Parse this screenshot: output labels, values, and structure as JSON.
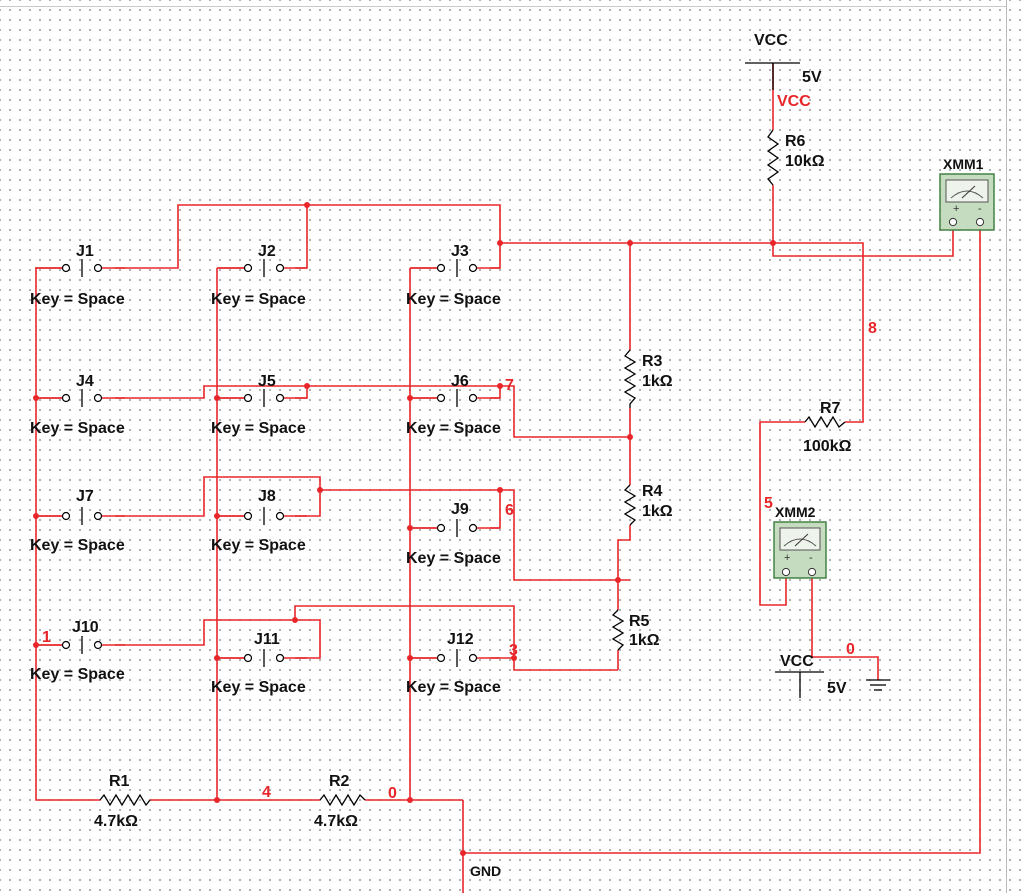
{
  "switches": [
    {
      "name": "J1",
      "key": "Key = Space"
    },
    {
      "name": "J2",
      "key": "Key = Space"
    },
    {
      "name": "J3",
      "key": "Key = Space"
    },
    {
      "name": "J4",
      "key": "Key = Space"
    },
    {
      "name": "J5",
      "key": "Key = Space"
    },
    {
      "name": "J6",
      "key": "Key = Space"
    },
    {
      "name": "J7",
      "key": "Key = Space"
    },
    {
      "name": "J8",
      "key": "Key = Space"
    },
    {
      "name": "J9",
      "key": "Key = Space"
    },
    {
      "name": "J10",
      "key": "Key = Space"
    },
    {
      "name": "J11",
      "key": "Key = Space"
    },
    {
      "name": "J12",
      "key": "Key = Space"
    }
  ],
  "resistors": [
    {
      "name": "R1",
      "value": "4.7kΩ"
    },
    {
      "name": "R2",
      "value": "4.7kΩ"
    },
    {
      "name": "R3",
      "value": "1kΩ"
    },
    {
      "name": "R4",
      "value": "1kΩ"
    },
    {
      "name": "R5",
      "value": "1kΩ"
    },
    {
      "name": "R6",
      "value": "10kΩ"
    },
    {
      "name": "R7",
      "value": "100kΩ"
    }
  ],
  "sources": {
    "vcc_top": {
      "name": "VCC",
      "voltage": "5V",
      "net": "VCC"
    },
    "vcc_bottom": {
      "name": "VCC",
      "voltage": "5V"
    }
  },
  "meters": [
    {
      "name": "XMM1",
      "plus": "+",
      "minus": "-"
    },
    {
      "name": "XMM2",
      "plus": "+",
      "minus": "-"
    }
  ],
  "ground_label": "GND",
  "nets": {
    "n1": "1",
    "n3": "3",
    "n4": "4",
    "n5": "5",
    "n6": "6",
    "n7": "7",
    "n8": "8",
    "n0a": "0",
    "n0b": "0"
  },
  "colors": {
    "wire": "#e8262a",
    "meter_body": "#c6dcc0",
    "meter_frame": "#3a7a3a"
  }
}
